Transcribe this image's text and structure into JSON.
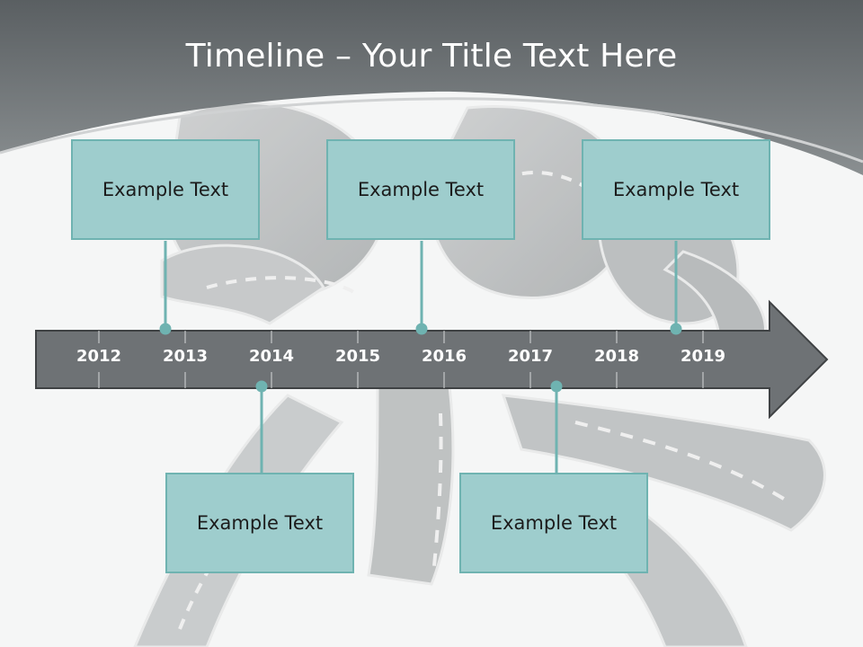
{
  "title": "Timeline – Your Title Text Here",
  "colors": {
    "header": "#6d7274",
    "arrow": "#6e7275",
    "box_fill": "#9ecdcd",
    "box_border": "#6fb3b1",
    "connector": "#6fb3b1"
  },
  "years": [
    "2012",
    "2013",
    "2014",
    "2015",
    "2016",
    "2017",
    "2018",
    "2019"
  ],
  "top_boxes": [
    {
      "text": "Example Text"
    },
    {
      "text": "Example Text"
    },
    {
      "text": "Example Text"
    }
  ],
  "bottom_boxes": [
    {
      "text": "Example Text"
    },
    {
      "text": "Example Text"
    }
  ]
}
